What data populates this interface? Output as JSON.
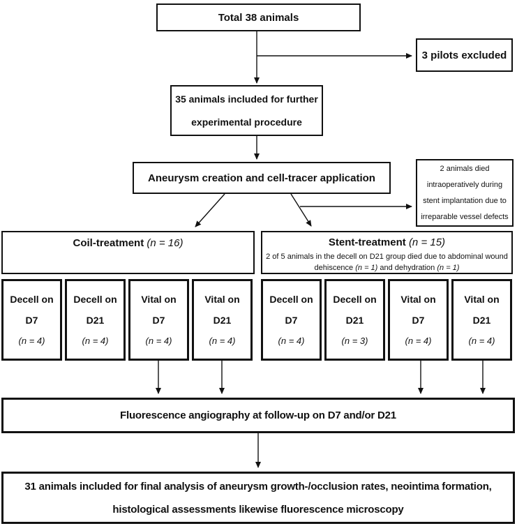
{
  "colors": {
    "background": "#ffffff",
    "line": "#111111",
    "text": "#111111"
  },
  "boxes": {
    "total": {
      "text": "Total 38 animals"
    },
    "pilots": {
      "text": "3 pilots excluded"
    },
    "included": {
      "line1": "35 animals included for further",
      "line2": "experimental procedure"
    },
    "aneurysm": {
      "text": "Aneurysm creation and cell-tracer application"
    },
    "deaths": {
      "line1": "2 animals died",
      "line2": "intraoperatively during",
      "line3": "stent implantation due to",
      "line4": "irreparable vessel defects"
    },
    "coil": {
      "label": "Coil-treatment ",
      "n": "(n = 16)"
    },
    "stent": {
      "label": "Stent-treatment ",
      "n": "(n = 15)",
      "sub_line1": "2 of 5 animals in the decell on D21 group died due to abdominal wound",
      "sub_line2_a": "dehiscence ",
      "sub_line2_b": "(n = 1)",
      "sub_line2_c": " and dehydration ",
      "sub_line2_d": "(n = 1)"
    },
    "fluorescence": {
      "text": "Fluorescence angiography at follow-up on D7 and/or D21"
    },
    "final": {
      "line1": "31 animals included for final analysis of aneurysm growth-/occlusion rates, neointima formation,",
      "line2": "histological assessments likewise fluorescence microscopy"
    }
  },
  "groups": [
    {
      "line1": "Decell on",
      "line2": "D7",
      "n": "(n = 4)"
    },
    {
      "line1": "Decell on",
      "line2": "D21",
      "n": "(n = 4)"
    },
    {
      "line1": "Vital on",
      "line2": "D7",
      "n": "(n = 4)"
    },
    {
      "line1": "Vital on",
      "line2": "D21",
      "n": "(n = 4)"
    },
    {
      "line1": "Decell on",
      "line2": "D7",
      "n": "(n = 4)"
    },
    {
      "line1": "Decell on",
      "line2": "D21",
      "n": "(n = 3)"
    },
    {
      "line1": "Vital on",
      "line2": "D7",
      "n": "(n = 4)"
    },
    {
      "line1": "Vital on",
      "line2": "D21",
      "n": "(n = 4)"
    }
  ]
}
